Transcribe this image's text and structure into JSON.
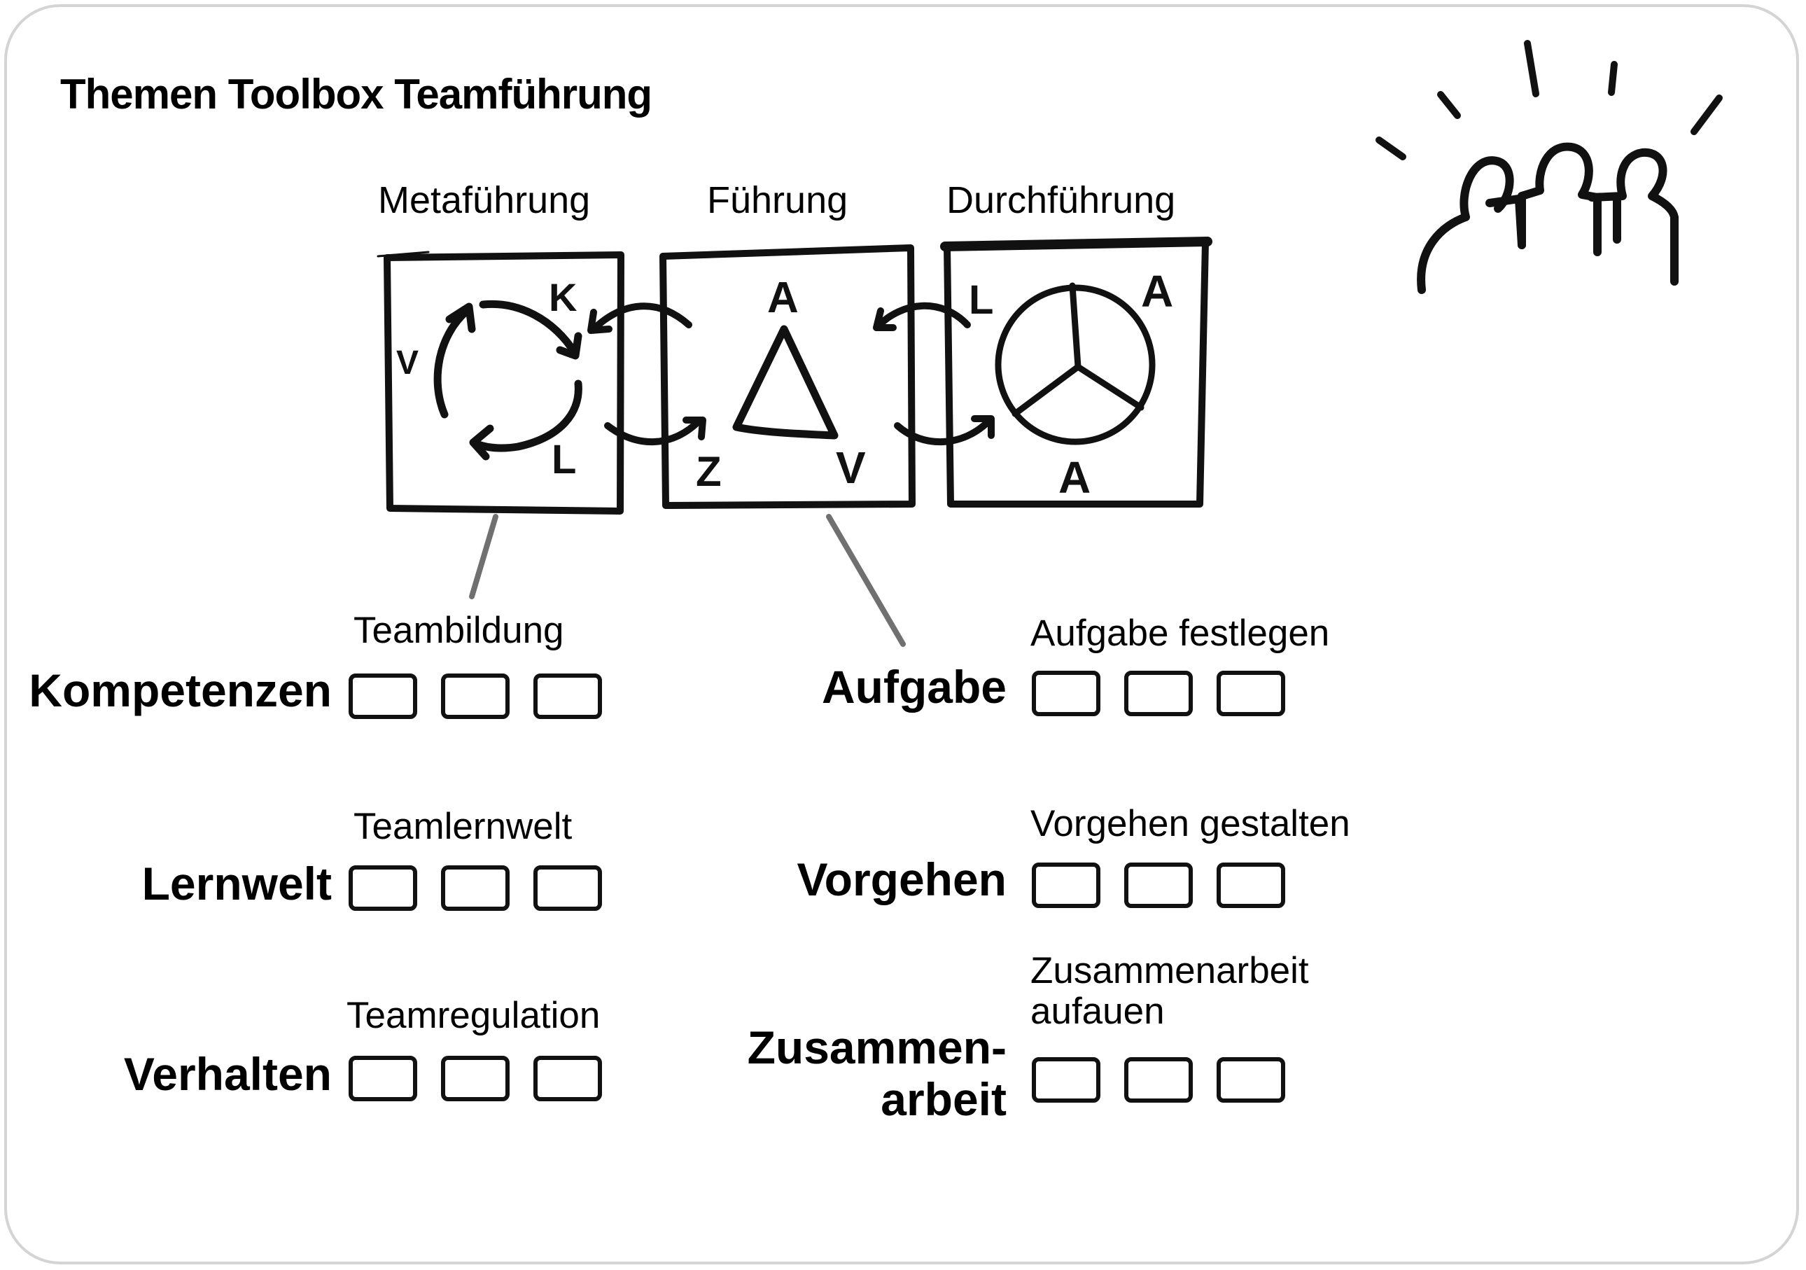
{
  "title": "Themen Toolbox Teamführung",
  "diagram": {
    "headings": [
      "Metaführung",
      "Führung",
      "Durchführung"
    ],
    "meta_labels": {
      "k": "K",
      "v": "V",
      "l": "L"
    },
    "fuehrung_labels": {
      "a": "A",
      "z": "Z",
      "v": "V"
    },
    "durch_labels": {
      "l": "L",
      "a_top": "A",
      "a_bottom": "A"
    }
  },
  "left_column": [
    {
      "sublabel": "Teambildung",
      "category": "Kompetenzen"
    },
    {
      "sublabel": "Teamlernwelt",
      "category": "Lernwelt"
    },
    {
      "sublabel": "Teamregulation",
      "category": "Verhalten"
    }
  ],
  "right_column": [
    {
      "sublabel": "Aufgabe festlegen",
      "category": "Aufgabe"
    },
    {
      "sublabel": "Vorgehen gestalten",
      "category": "Vorgehen"
    },
    {
      "sublabel_line1": "Zusammenarbeit",
      "sublabel_line2": "aufauen",
      "category_line1": "Zusammen-",
      "category_line2": "arbeit"
    }
  ],
  "colors": {
    "ink": "#111111",
    "connector": "#707070",
    "card_border": "#d4d4d4"
  }
}
